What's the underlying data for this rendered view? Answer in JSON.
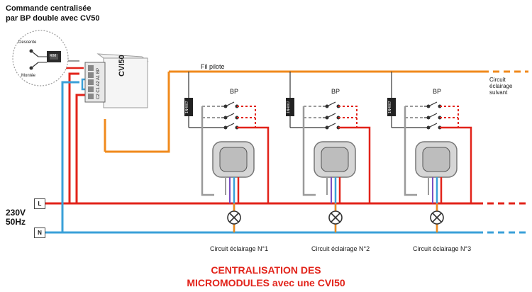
{
  "header": {
    "line1": "Commande centralisée",
    "line2": "par BP double avec CV50"
  },
  "switch_box": {
    "descente": "Descente",
    "montee": "Montée",
    "module": "RIM"
  },
  "cvi": {
    "label": "CVI50",
    "terminals": "C2 C1 A2 A1 BP"
  },
  "wires": {
    "fil_pilote": "Fil pilote",
    "next_circuit": [
      "Circuit",
      "éclairage",
      "suivant"
    ]
  },
  "supply": {
    "voltage": "230V",
    "frequency": "50Hz",
    "phase": "L",
    "neutral": "N"
  },
  "units": [
    {
      "bp": "BP",
      "diode": "1N4007",
      "circuit": "Circuit éclairage N°1"
    },
    {
      "bp": "BP",
      "diode": "1N4007",
      "circuit": "Circuit éclairage N°2"
    },
    {
      "bp": "BP",
      "diode": "1N4007",
      "circuit": "Circuit éclairage N°3"
    }
  ],
  "footer": {
    "line1": "CENTRALISATION DES",
    "line2": "MICROMODULES avec une CVI50"
  },
  "colors": {
    "phase": "#e2231a",
    "neutral": "#3aa0d8",
    "pilot": "#f08a1c",
    "return": "#9a9a9a",
    "title": "#e2231a"
  }
}
